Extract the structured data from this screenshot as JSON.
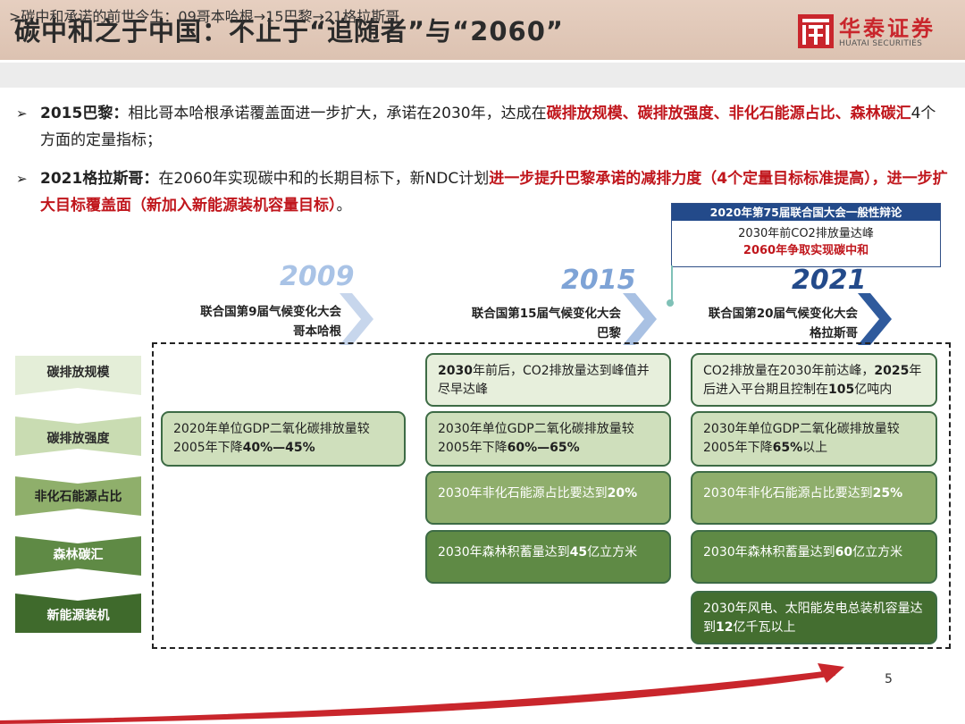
{
  "header": {
    "title": "碳中和之于中国：不止于“追随者”与“2060”",
    "logo_cn": "华泰证券",
    "logo_en": "HUATAI SECURITIES"
  },
  "subtitle": ">碳中和承诺的前世今生：09哥本哈根→15巴黎→21格拉斯哥",
  "bullets": [
    {
      "arrow": "➢",
      "lead": "2015巴黎：",
      "text_a": "相比哥本哈根承诺覆盖面进一步扩大，承诺在2030年，达成在",
      "red_a": "碳排放规模、碳排放强度、非化石能源占比、森林碳汇",
      "text_b": "4个方面的定量指标；"
    },
    {
      "arrow": "➢",
      "lead": "2021格拉斯哥：",
      "text_a": "在2060年实现碳中和的长期目标下，新NDC计划",
      "red_a": "进一步提升巴黎承诺的减排力度（4个定量目标标准提高），进一步扩大目标覆盖面（新加入新能源装机容量目标）",
      "text_b": "。"
    }
  ],
  "unga_box": {
    "title": "2020年第75届联合国大会一般性辩论",
    "line1": "2030年前CO2排放量达峰",
    "line2": "2060年争取实现碳中和"
  },
  "timeline": [
    {
      "year": "2009",
      "conf": "联合国第9届气候变化大会",
      "place": "哥本哈根",
      "color": "#a9c3e6",
      "arrow_color": "#c7d6ec"
    },
    {
      "year": "2015",
      "conf": "联合国第15届气候变化大会",
      "place": "巴黎",
      "color": "#7ea3d6",
      "arrow_color": "#a9c1e3"
    },
    {
      "year": "2021",
      "conf": "联合国第20届气候变化大会",
      "place": "格拉斯哥",
      "color": "#234a8a",
      "arrow_color": "#2f5a9c"
    }
  ],
  "categories": [
    {
      "label": "碳排放规模",
      "fill": "#e4eed8",
      "text_color": "#2a2a2a"
    },
    {
      "label": "碳排放强度",
      "fill": "#c9dcb2",
      "text_color": "#2a2a2a"
    },
    {
      "label": "非化石能源占比",
      "fill": "#8faf6b",
      "text_color": "#1f1f1f"
    },
    {
      "label": "森林碳汇",
      "fill": "#5f8a45",
      "text_color": "#ffffff"
    },
    {
      "label": "新能源装机",
      "fill": "#3f6a2c",
      "text_color": "#ffffff"
    }
  ],
  "cards": {
    "y2009": {
      "intensity": {
        "pre": "2020年单位GDP二氧化碳排放量较2005年下降",
        "bold": "40%—45%",
        "post": ""
      }
    },
    "y2015": {
      "scale": {
        "bold_pre": "2030",
        "pre": "年前后，CO2排放量达到峰值并尽早达峰"
      },
      "intensity": {
        "pre": "2030年单位GDP二氧化碳排放量较2005年下降",
        "bold": "60%—65%",
        "post": ""
      },
      "nonfossil": {
        "pre": "2030年非化石能源占比要达到",
        "bold": "20%",
        "post": ""
      },
      "forest": {
        "pre": "2030年森林积蓄量达到",
        "bold": "45",
        "post": "亿立方米"
      }
    },
    "y2021": {
      "scale": {
        "pre": "CO2排放量在2030年前达峰，",
        "bold": "2025",
        "mid": "年后进入平台期且控制在",
        "bold2": "105",
        "post": "亿吨内"
      },
      "intensity": {
        "pre": "2030年单位GDP二氧化碳排放量较2005年下降",
        "bold": "65%",
        "post": "以上"
      },
      "nonfossil": {
        "pre": "2030年非化石能源占比要达到",
        "bold": "25%",
        "post": ""
      },
      "forest": {
        "pre": "2030年森林积蓄量达到",
        "bold": "60",
        "post": "亿立方米"
      },
      "newenergy": {
        "pre": "2030年风电、太阳能发电总装机容量达到",
        "bold": "12",
        "post": "亿千瓦以上"
      }
    }
  },
  "page_number": "5"
}
